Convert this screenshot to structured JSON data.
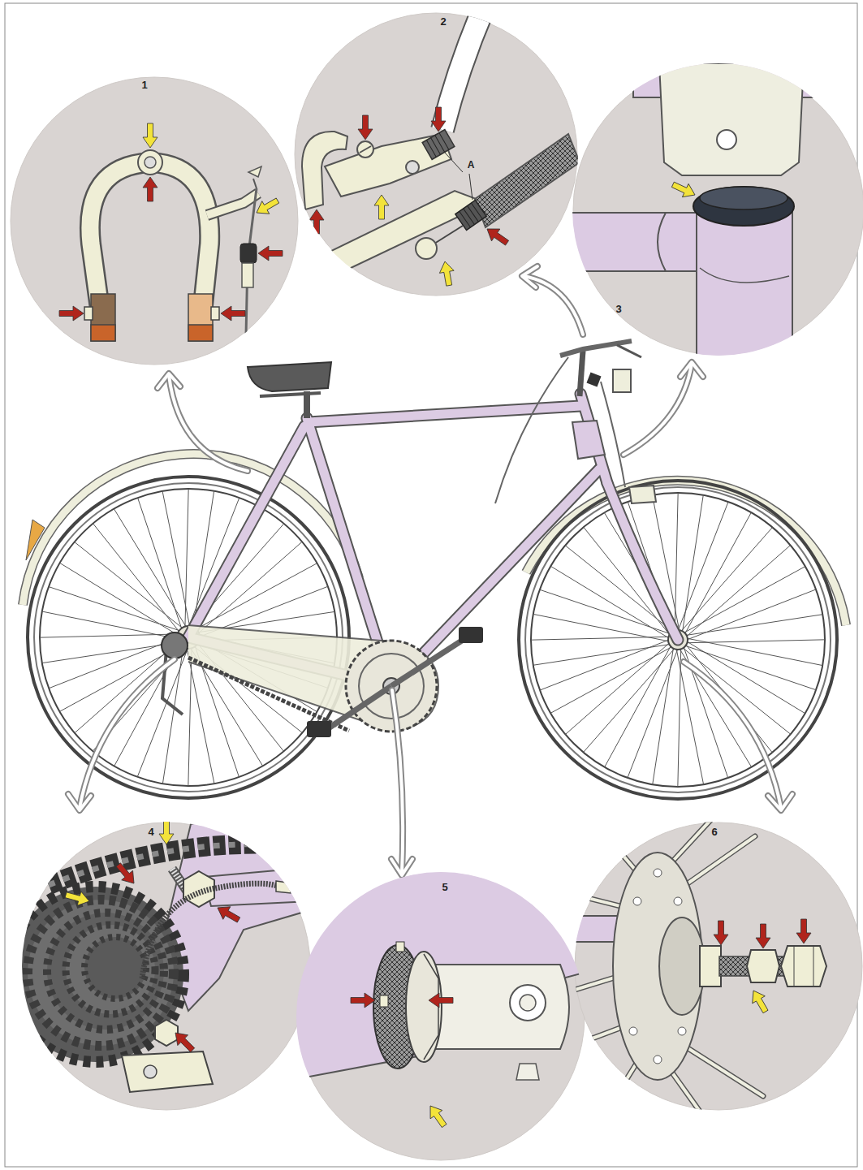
{
  "diagram": {
    "nodes": [
      {
        "text": [
          "1"
        ]
      },
      {
        "text": [
          "2"
        ]
      },
      {
        "text": [
          "3"
        ]
      },
      {
        "text": [
          "4"
        ]
      },
      {
        "text": [
          "5"
        ]
      },
      {
        "text": [
          "6"
        ]
      }
    ],
    "labels": [
      "A"
    ]
  }
}
